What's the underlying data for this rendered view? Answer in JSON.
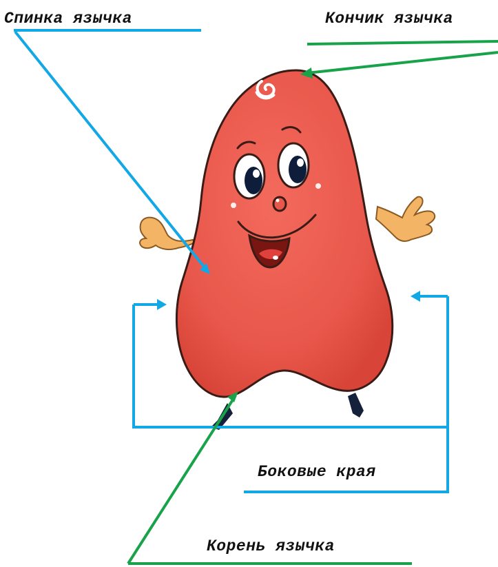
{
  "labels": {
    "back": "Спинка язычка",
    "tip": "Кончик язычка",
    "edges": "Боковые края",
    "root": "Корень язычка"
  },
  "colors": {
    "blue_line": "#12a8e6",
    "green_line": "#18a34a",
    "tongue_body": "#ec5a4d",
    "tongue_outline": "#3a1b16",
    "hands": "#f3b264"
  },
  "icons": {
    "character": "tongue-mascot-icon"
  }
}
